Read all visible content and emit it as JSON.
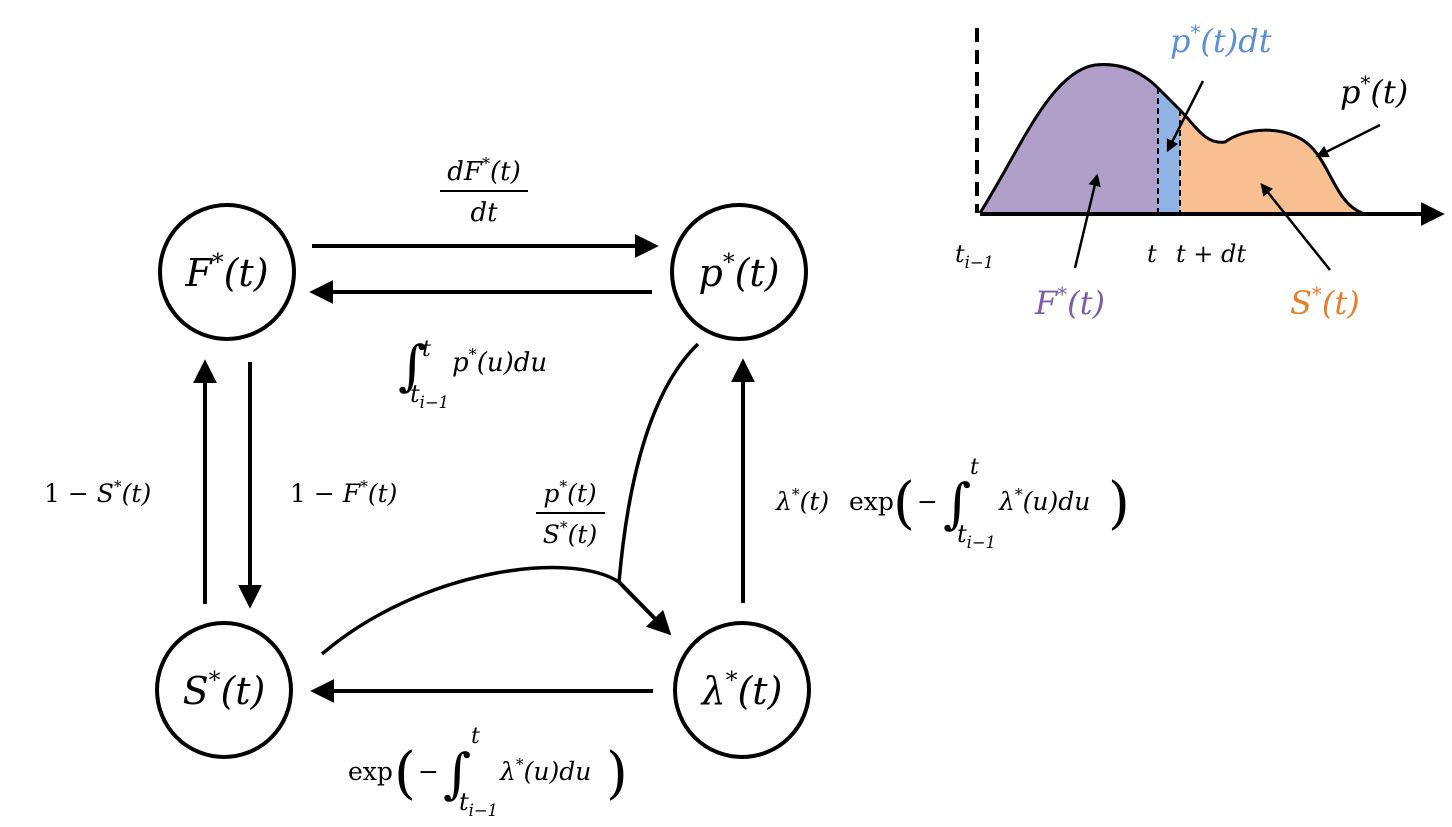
{
  "nodes": {
    "F": {
      "f": "F",
      "sup": "*",
      "arg": "(t)"
    },
    "p": {
      "f": "p",
      "sup": "*",
      "arg": "(t)"
    },
    "S": {
      "f": "S",
      "sup": "*",
      "arg": "(t)"
    },
    "lambda": {
      "f": "λ",
      "sup": "*",
      "arg": "(t)"
    }
  },
  "edges": {
    "F_to_p": {
      "num": "dF",
      "num_sup": "*",
      "num_arg": "(t)",
      "den": "dt"
    },
    "p_to_F": {
      "integral": "∫",
      "upper": "t",
      "lower": "t",
      "lower_sub": "i−1",
      "body_f": "p",
      "body_sup": "*",
      "body_rest": "(u)du"
    },
    "S_to_F": {
      "prefix": "1 − ",
      "f": "S",
      "sup": "*",
      "arg": "(t)"
    },
    "F_to_S": {
      "prefix": "1 − ",
      "f": "F",
      "sup": "*",
      "arg": "(t)"
    },
    "p_S_to_lambda": {
      "num_f": "p",
      "num_sup": "*",
      "num_arg": "(t)",
      "den_f": "S",
      "den_sup": "*",
      "den_arg": "(t)"
    },
    "lambda_to_p": {
      "f": "λ",
      "sup": "*",
      "arg": "(t)",
      "func": "exp",
      "open": "(",
      "minus": "− ",
      "integral": "∫",
      "upper": "t",
      "lower": "t",
      "lower_sub": "i−1",
      "body_f": "λ",
      "body_sup": "*",
      "body_rest": "(u)du",
      "close": ")"
    },
    "lambda_to_S": {
      "func": "exp",
      "open": "(",
      "minus": "− ",
      "integral": "∫",
      "upper": "t",
      "lower": "t",
      "lower_sub": "i−1",
      "body_f": "λ",
      "body_sup": "*",
      "body_rest": "(u)du",
      "close": ")"
    }
  },
  "inset": {
    "label_pdt": {
      "f": "p",
      "sup": "*",
      "rest": "(t)dt"
    },
    "label_p": {
      "f": "p",
      "sup": "*",
      "arg": "(t)"
    },
    "label_F": {
      "f": "F",
      "sup": "*",
      "arg": "(t)"
    },
    "label_S": {
      "f": "S",
      "sup": "*",
      "arg": "(t)"
    },
    "tick_ti1": {
      "base": "t",
      "sub": "i−1"
    },
    "tick_t": "t",
    "tick_tdt": "t + dt",
    "colors": {
      "F_region": "#b09fc8",
      "pdt_region": "#8fb3e2",
      "S_region": "#f8c090",
      "F_text": "#7b5ea7",
      "pdt_text": "#5b8fd6",
      "S_text": "#e87d2c"
    }
  }
}
